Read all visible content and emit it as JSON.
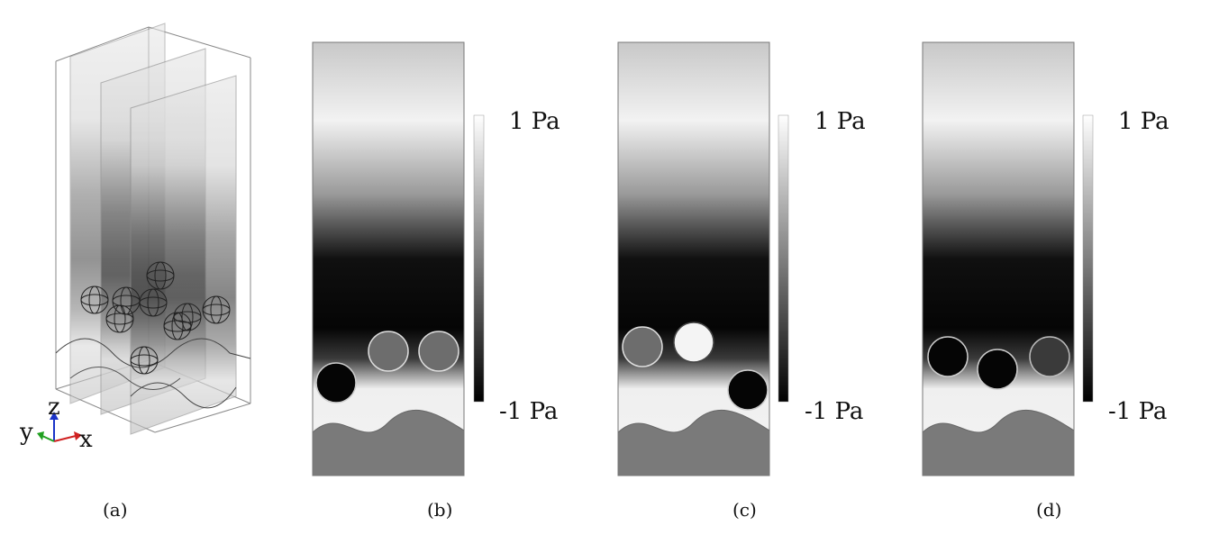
{
  "panels": [
    {
      "label": "(a)",
      "kind": "3d-view"
    },
    {
      "label": "(b)",
      "kind": "slice"
    },
    {
      "label": "(c)",
      "kind": "slice"
    },
    {
      "label": "(d)",
      "kind": "slice"
    }
  ],
  "colorbar": {
    "max_label": "1 Pa",
    "min_label": "-1 Pa"
  },
  "axes": {
    "x": "x",
    "y": "y",
    "z": "z"
  },
  "colors": {
    "bar_top": "#ffffff",
    "bar_bottom": "#000000",
    "wall": "#7a7a7a",
    "frame": "#777777"
  },
  "icons": {
    "triad": "xyz-axis-triad-icon"
  }
}
